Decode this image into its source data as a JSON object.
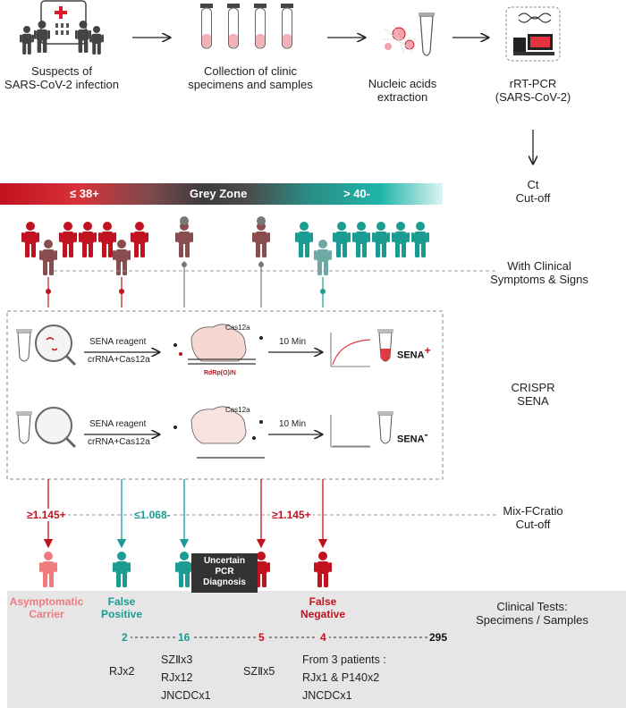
{
  "top_steps": [
    {
      "label": "Suspects of\nSARS-CoV-2 infection"
    },
    {
      "label": "Collection of clinic\nspecimens and samples"
    },
    {
      "label": "Nucleic acids\nextraction"
    },
    {
      "label": "rRT-PCR\n(SARS-CoV-2)"
    }
  ],
  "ct_zones": {
    "left": "≤ 38+",
    "middle": "Grey Zone",
    "right": "> 40-"
  },
  "right_labels": {
    "ct": "Ct\nCut-off",
    "symptoms": "With Clinical\nSymptoms & Signs",
    "crispr": "CRISPR\nSENA",
    "mix": "Mix-FCratio\nCut-off",
    "clinical": "Clinical Tests:\nSpecimens / Samples"
  },
  "assay": {
    "reagent": "SENA reagent",
    "crrna": "crRNA+Cas12a",
    "enzyme": "Cas12a",
    "target": "RdRp(O)/N",
    "time": "10 Min",
    "pos": "SENA",
    "pos_sign": "+",
    "neg": "SENA",
    "neg_sign": "-"
  },
  "fc_cutoffs": {
    "left": "≥1.145+",
    "middle": "≤1.068-",
    "right": "≥1.145+"
  },
  "uncertain": "Uncertain\nPCR\nDiagnosis",
  "categories": {
    "asym": "Asymptomatic\nCarrier",
    "falsepos": "False\nPositive",
    "falseneg": "False\nNegative"
  },
  "counts": {
    "a": "2",
    "b": "16",
    "c": "5",
    "d": "4",
    "total": "295"
  },
  "details": {
    "a": "RJx2",
    "b": "SZⅡx3\nRJx12\nJNCDCx1",
    "c": "SZⅡx5",
    "d": "From 3 patients :\nRJx1 & P140x2\nJNCDCx1"
  },
  "colors": {
    "red": "#c1121f",
    "teal": "#1a9c93",
    "grey": "#666666",
    "pink": "#ef7b7f",
    "brown": "#8a4d4f"
  }
}
